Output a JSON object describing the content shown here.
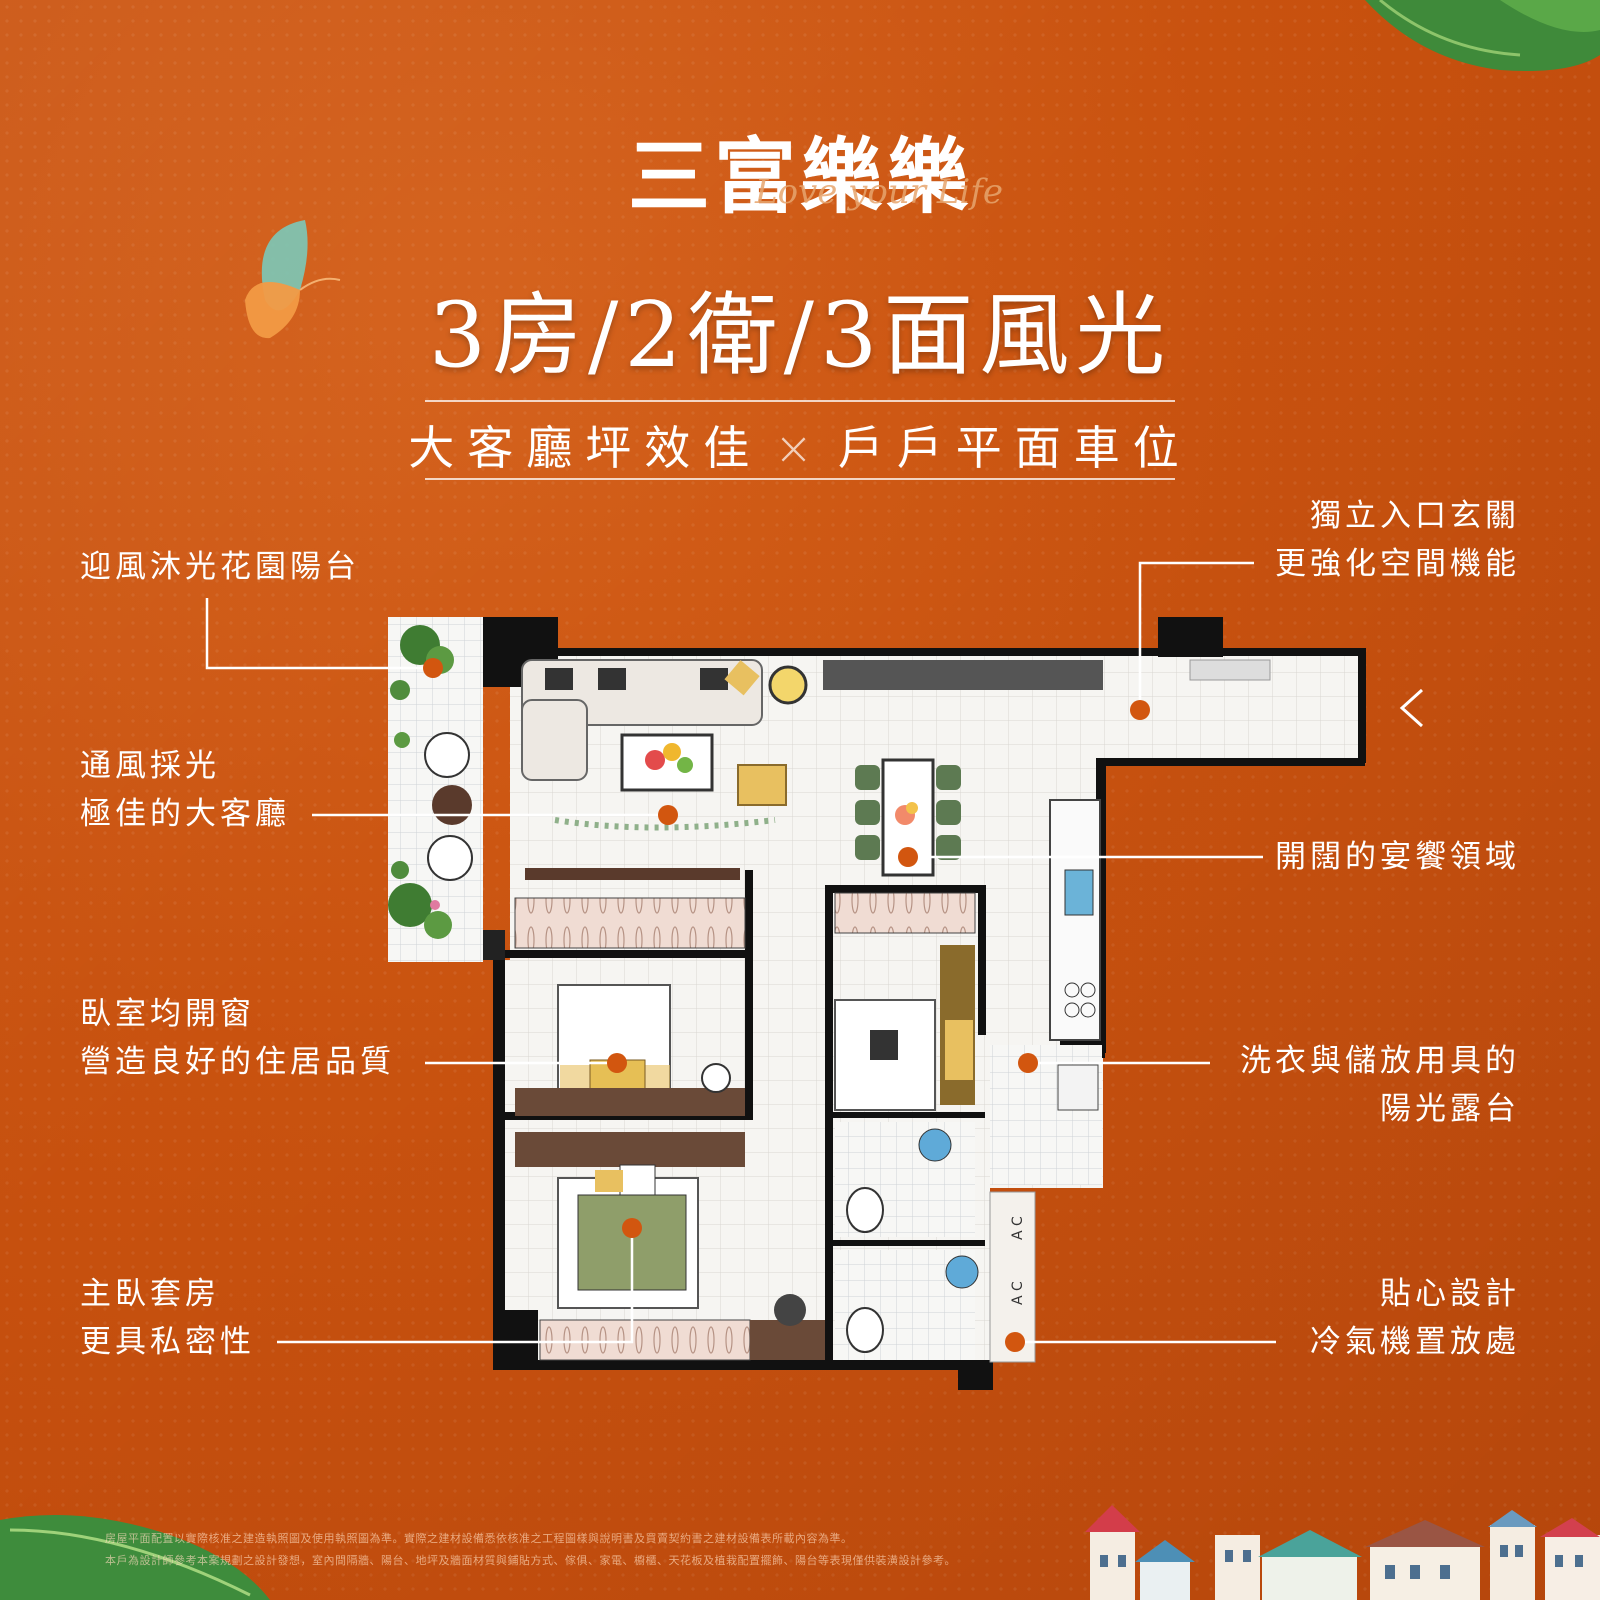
{
  "brand": {
    "name": "三富樂樂",
    "script": "Love your Life"
  },
  "headline": {
    "text": "3房/2衛/3面風光"
  },
  "subheadline": {
    "left": "大客廳坪效佳",
    "separator": "×",
    "right": "戶戶平面車位"
  },
  "callouts": {
    "garden_balcony": {
      "lines": [
        "迎風沐光花園陽台"
      ]
    },
    "living_room": {
      "lines": [
        "通風採光",
        "極佳的大客廳"
      ]
    },
    "bedrooms": {
      "lines": [
        "臥室均開窗",
        "營造良好的住居品質"
      ]
    },
    "master_suite": {
      "lines": [
        "主臥套房",
        "更具私密性"
      ]
    },
    "entrance": {
      "lines": [
        "獨立入口玄關",
        "更強化空間機能"
      ]
    },
    "dining": {
      "lines": [
        "開闊的宴饗領域"
      ]
    },
    "laundry": {
      "lines": [
        "洗衣與儲放用具的",
        "陽光露台"
      ]
    },
    "ac": {
      "lines": [
        "貼心設計",
        "冷氣機置放處"
      ]
    }
  },
  "floorplan": {
    "ac_label": "A C"
  },
  "disclaimer": {
    "line1": "房屋平面配置以實際核准之建造執照圖及使用執照圖為準。實際之建材設備悉依核准之工程圖樣與說明書及買賣契約書之建材設備表所載內容為準。",
    "line2": "本戶為設計師參考本案規劃之設計發想，室內間隔牆、陽台、地坪及牆面材質與鋪貼方式、傢俱、家電、櫥櫃、天花板及植栽配置擺飾、陽台等表現僅供裝潢設計參考。"
  },
  "colors": {
    "background": "#c9520f",
    "accent_dot": "#d25a12",
    "text": "#ffffff"
  }
}
